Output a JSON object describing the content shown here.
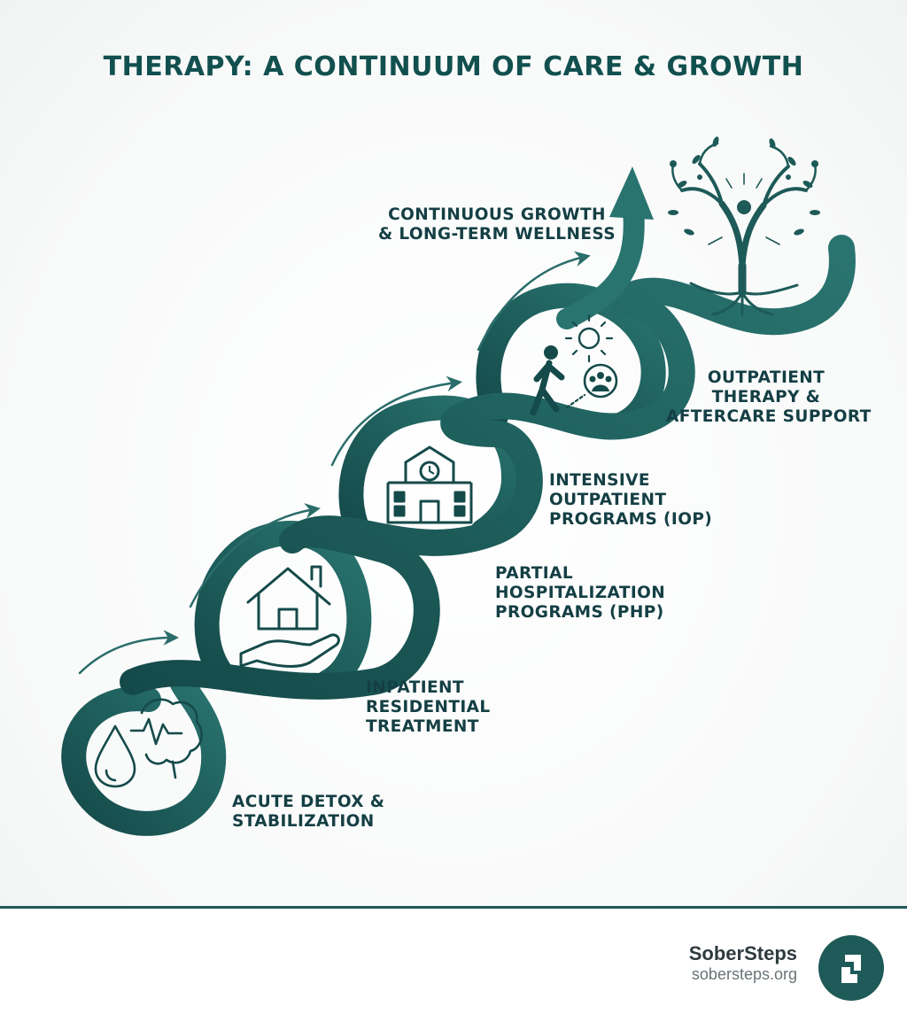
{
  "title": "THERAPY: A CONTINUUM OF CARE & GROWTH",
  "stages": [
    {
      "id": "detox",
      "lines": [
        "ACUTE DETOX &",
        "STABILIZATION"
      ],
      "icon": "water-drop-brain-pulse-icon"
    },
    {
      "id": "inpatient",
      "lines": [
        "INPATIENT",
        "RESIDENTIAL",
        "TREATMENT"
      ],
      "icon": "house-in-hand-icon"
    },
    {
      "id": "php",
      "lines": [
        "PARTIAL",
        "HOSPITALIZATION",
        "PROGRAMS (PHP)"
      ],
      "icon": "building-clock-icon"
    },
    {
      "id": "iop",
      "lines": [
        "INTENSIVE",
        "OUTPATIENT",
        "PROGRAMS (IOP)"
      ],
      "icon": "walking-person-sun-group-icon"
    },
    {
      "id": "outpatient",
      "lines": [
        "OUTPATIENT",
        "THERAPY &",
        "AFTERCARE SUPPORT"
      ],
      "icon": "tree-of-life-icon"
    },
    {
      "id": "growth",
      "lines": [
        "CONTINUOUS GROWTH",
        "& LONG-TERM WELLNESS"
      ],
      "icon": "up-arrow-icon"
    }
  ],
  "footer": {
    "brand": "SoberSteps",
    "url": "sobersteps.org",
    "logo_icon": "sobersteps-logo-icon"
  },
  "colors": {
    "primary": "#1d5a58",
    "ribbon_dark": "#154a4a",
    "text": "#143f44"
  }
}
